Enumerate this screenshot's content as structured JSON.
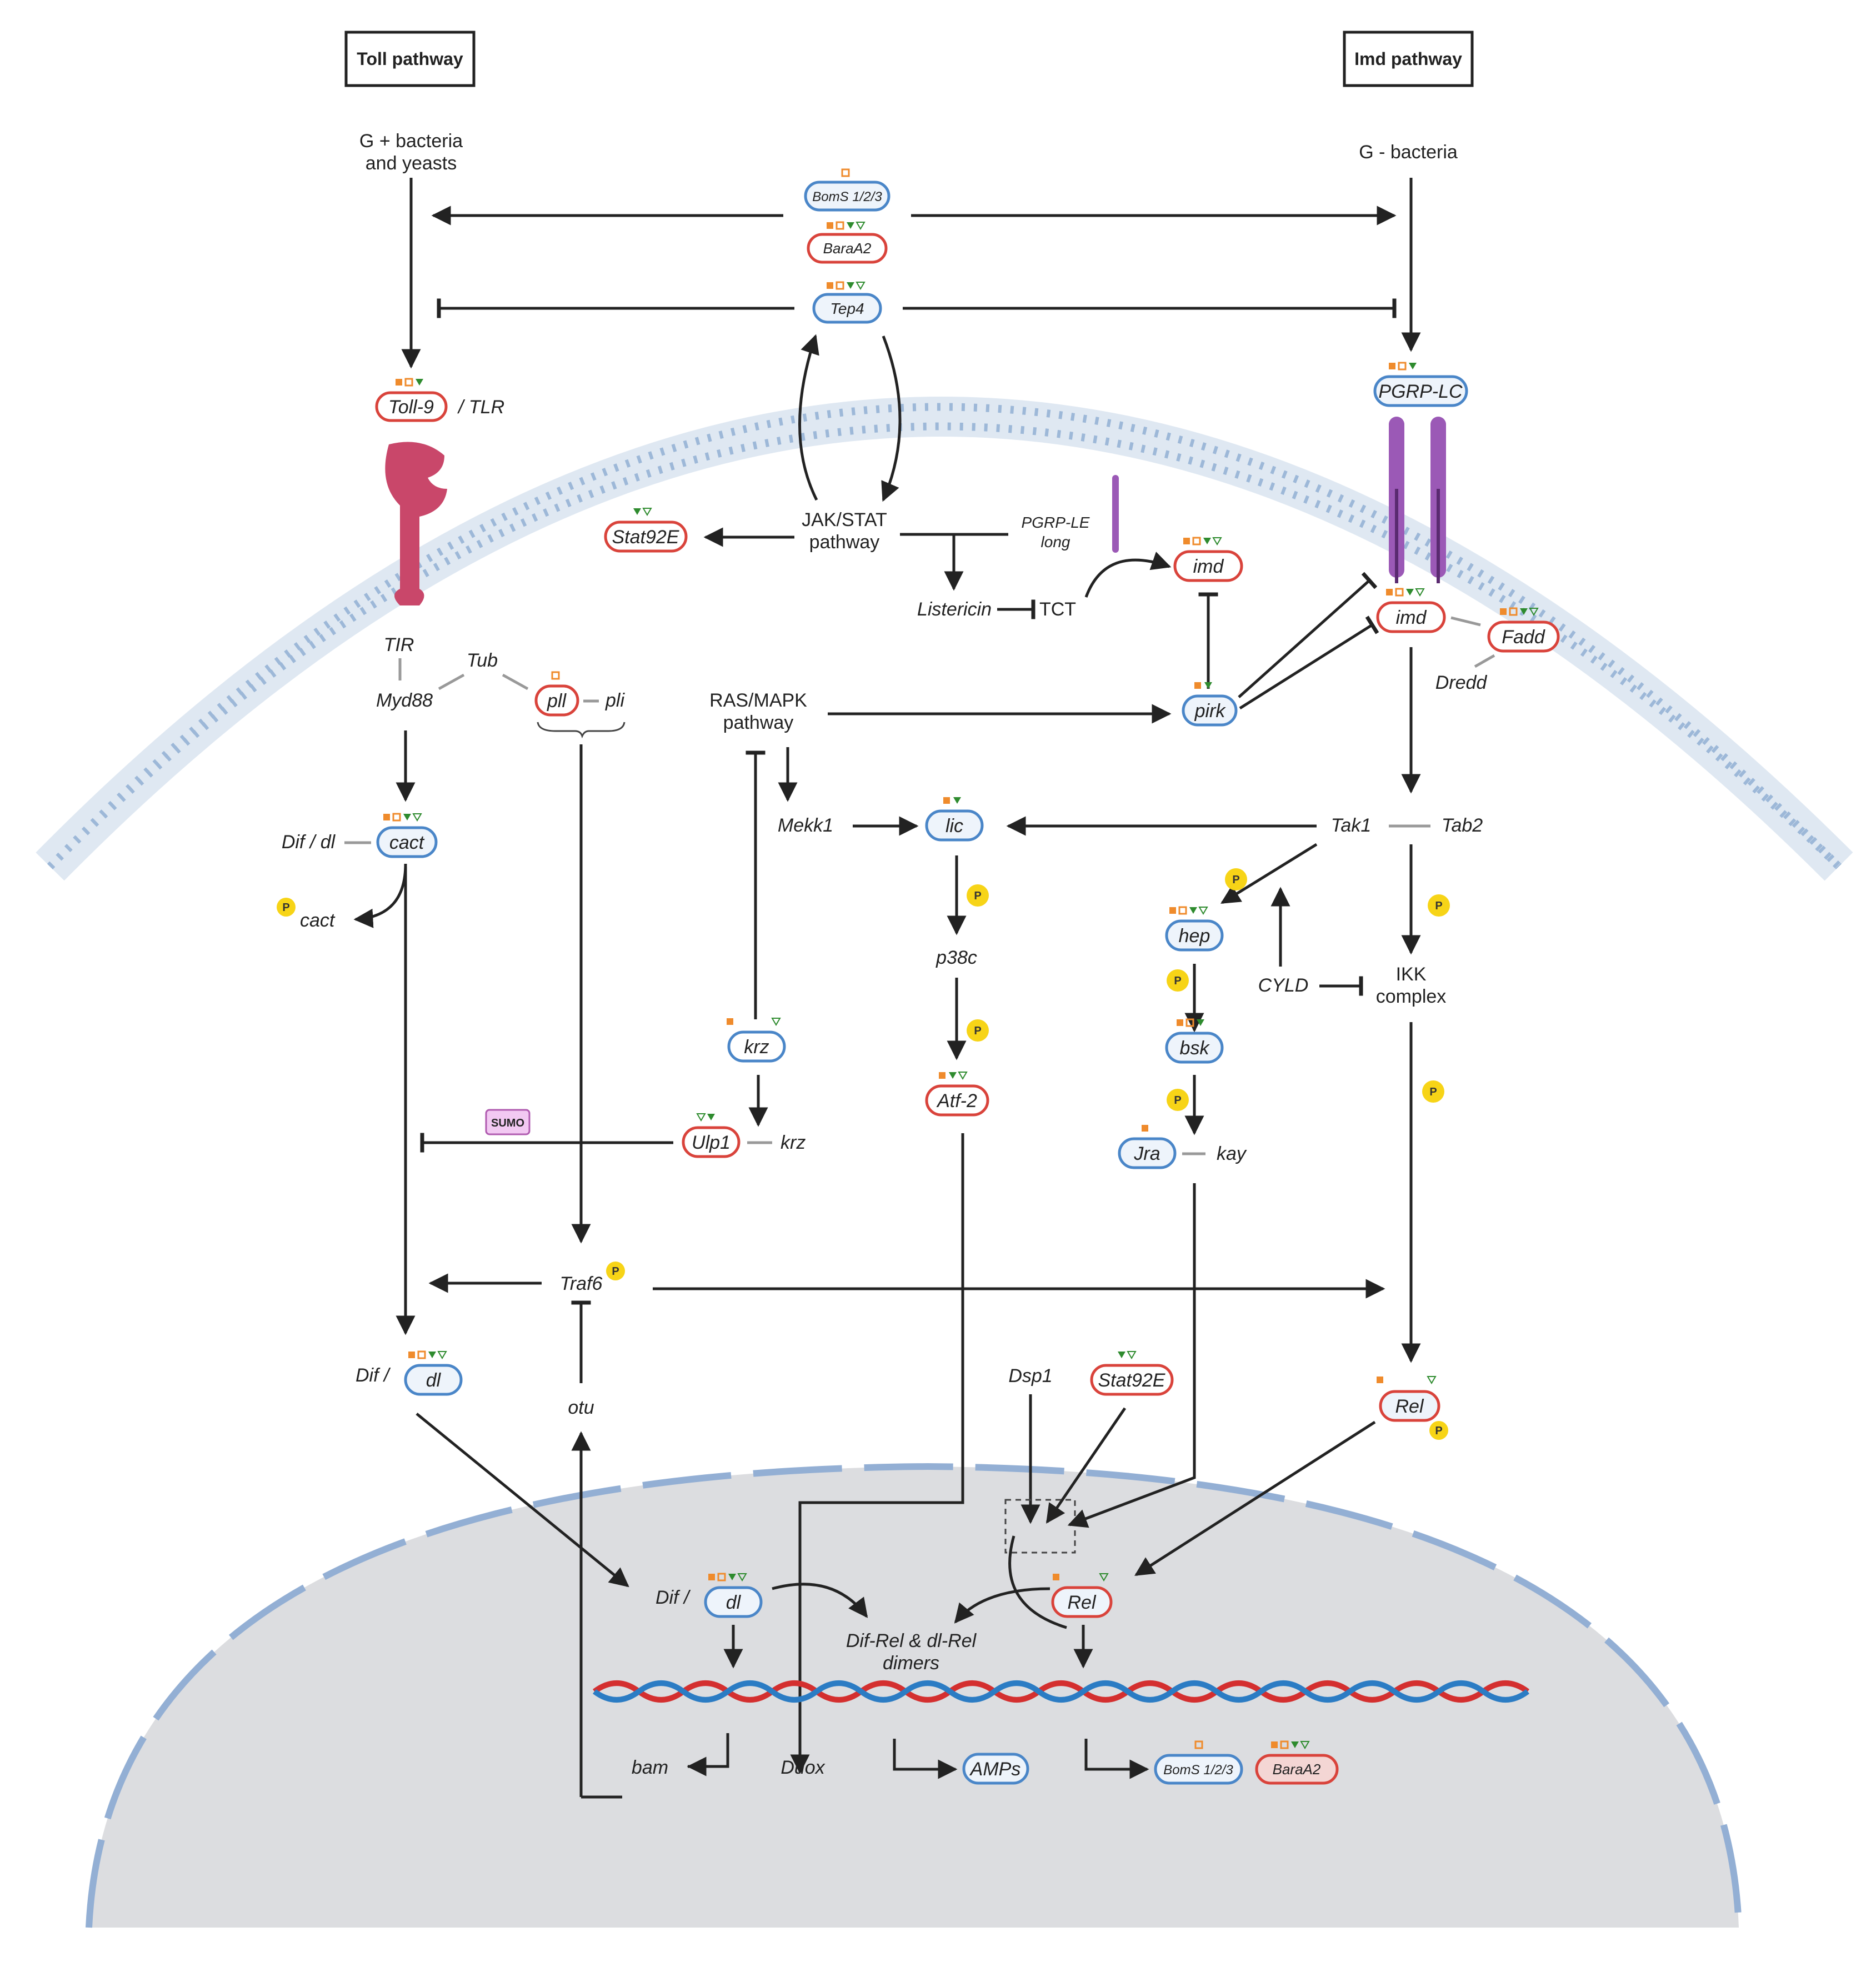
{
  "headers": {
    "toll": "Toll pathway",
    "imd": "Imd pathway"
  },
  "inputs": {
    "gplus_line1": "G + bacteria",
    "gplus_line2": "and yeasts",
    "gminus": "G - bacteria"
  },
  "top": {
    "boms": "BomS 1/2/3",
    "baraA2": "BaraA2",
    "tep4": "Tep4"
  },
  "toll": {
    "toll9": "Toll-9",
    "tlr": "/ TLR",
    "tir": "TIR",
    "tub": "Tub",
    "myd88": "Myd88",
    "pll": "pll",
    "pli": "pli",
    "dif_dl": "Dif / dl",
    "cact": "cact",
    "cact_free": "cact",
    "dif2": "Dif /",
    "dl2": "dl"
  },
  "center": {
    "jak_line1": "JAK/STAT",
    "jak_line2": "pathway",
    "stat92e": "Stat92E",
    "pgrple_line1": "PGRP-LE",
    "pgrple_line2": "long",
    "listericin": "Listericin",
    "tct": "TCT",
    "imd_mid": "imd",
    "pirk": "pirk",
    "ras_line1": "RAS/MAPK",
    "ras_line2": "pathway",
    "mekk1": "Mekk1",
    "lic": "lic",
    "p38c": "p38c",
    "atf2": "Atf-2",
    "krz": "krz",
    "ulp1": "Ulp1",
    "krz2": "krz",
    "sumo": "SUMO",
    "traf6": "Traf6",
    "otu": "otu",
    "dsp1": "Dsp1",
    "stat92e2": "Stat92E"
  },
  "imd": {
    "pgrplc": "PGRP-LC",
    "imd": "imd",
    "fadd": "Fadd",
    "dredd": "Dredd",
    "tak1": "Tak1",
    "tab2": "Tab2",
    "hep": "hep",
    "cyld": "CYLD",
    "ikk_line1": "IKK",
    "ikk_line2": "complex",
    "bsk": "bsk",
    "jra": "Jra",
    "kay": "kay",
    "rel": "Rel"
  },
  "nucleus": {
    "dif": "Dif /",
    "dl": "dl",
    "rel": "Rel",
    "dimers_line1": "Dif-Rel & dl-Rel",
    "dimers_line2": "dimers",
    "bam": "bam",
    "duox": "Duox",
    "amps": "AMPs",
    "boms": "BomS 1/2/3",
    "baraA2": "BaraA2"
  },
  "phospho": "P",
  "colors": {
    "membrane": "#9db8d8",
    "membrane_dark": "#7f9cc4",
    "nucleus": "#dcdde0",
    "nucleus_edge": "#93afd4",
    "blue_box": "#4a86c8",
    "red_box": "#d9433b",
    "box_fill": "#eef4fb",
    "orange": "#ef8b2c",
    "green": "#2e8b2e",
    "phospho": "#f7d417",
    "toll": "#c9476a",
    "pgrp": "#9b59b6",
    "dna_red": "#d42f2f",
    "dna_blue": "#2b7cc4"
  }
}
